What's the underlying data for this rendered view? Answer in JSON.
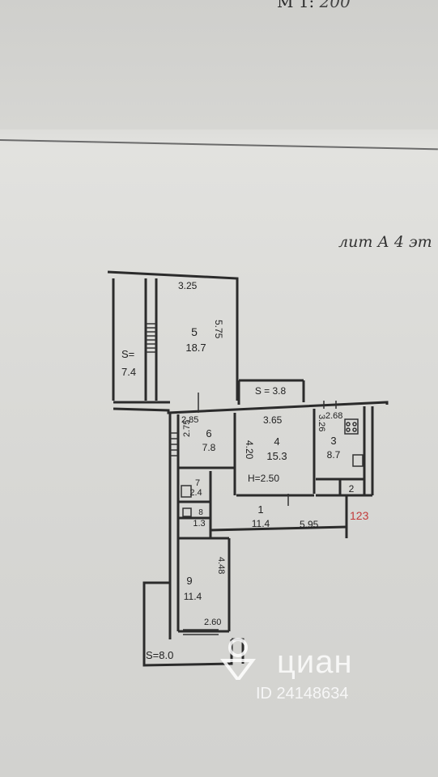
{
  "header": {
    "scale_prefix": "М 1:",
    "scale_value": "200",
    "liter_note": "лит А  4 эт"
  },
  "rooms": [
    {
      "id": "5",
      "label": "5",
      "area": "18.7",
      "width": "3.25",
      "length": "5.75"
    },
    {
      "id": "balcony-top",
      "label": "S=",
      "area": "7.4"
    },
    {
      "id": "6",
      "label": "6",
      "area": "7.8",
      "width": "2.85",
      "length": "2.75"
    },
    {
      "id": "4",
      "label": "4",
      "area": "15.3",
      "width": "3.65",
      "length": "4.20",
      "height": "H=2.50"
    },
    {
      "id": "3",
      "label": "3",
      "area": "8.7",
      "width": "2.68",
      "length": "3.26"
    },
    {
      "id": "7",
      "label": "7",
      "area": "2.4"
    },
    {
      "id": "8",
      "label": "8",
      "area": "1.3"
    },
    {
      "id": "1",
      "label": "1",
      "area": "11.4",
      "length": "5.95"
    },
    {
      "id": "2",
      "label": "2",
      "area": ""
    },
    {
      "id": "9",
      "label": "9",
      "area": "11.4",
      "width": "2.60",
      "length": "4.48"
    }
  ],
  "loggia_top": "S = 3.8",
  "loggia_bottom": "S=8.0",
  "red_mark": "123",
  "watermark": {
    "brand": "циан",
    "id_text": "ID 24148634"
  },
  "colors": {
    "ink": "#222222",
    "red": "#c23a3a",
    "watermark": "#ffffff"
  }
}
